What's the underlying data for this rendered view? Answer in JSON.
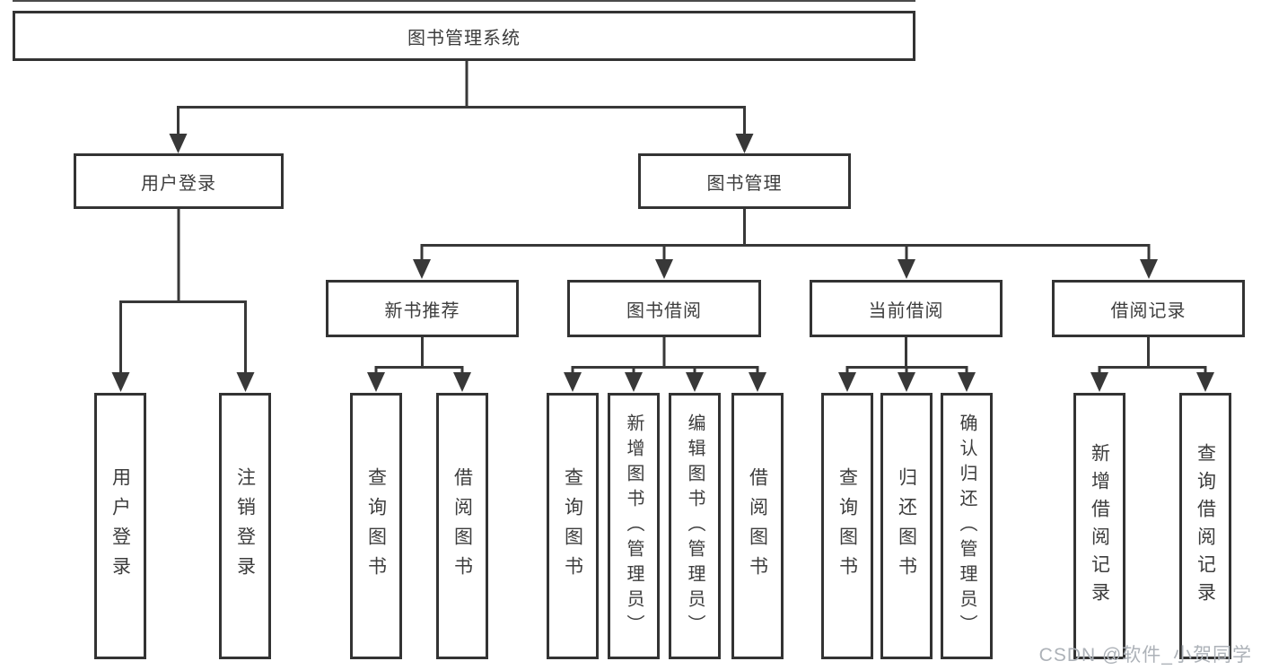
{
  "tree": {
    "label": "图书管理系统",
    "children": [
      {
        "label": "用户登录",
        "children": [
          {
            "label": "用户登录"
          },
          {
            "label": "注销登录"
          }
        ]
      },
      {
        "label": "图书管理",
        "children": [
          {
            "label": "新书推荐",
            "children": [
              {
                "label": "查询图书"
              },
              {
                "label": "借阅图书"
              }
            ]
          },
          {
            "label": "图书借阅",
            "children": [
              {
                "label": "查询图书"
              },
              {
                "label": "新增图书（管理员）"
              },
              {
                "label": "编辑图书（管理员）"
              },
              {
                "label": "借阅图书"
              }
            ]
          },
          {
            "label": "当前借阅",
            "children": [
              {
                "label": "查询图书"
              },
              {
                "label": "归还图书"
              },
              {
                "label": "确认归还（管理员）"
              }
            ]
          },
          {
            "label": "借阅记录",
            "children": [
              {
                "label": "新增借阅记录"
              },
              {
                "label": "查询借阅记录"
              }
            ]
          }
        ]
      }
    ]
  },
  "watermark": {
    "text": "CSDN @软件_小贺同学"
  },
  "colors": {
    "line": "#383838",
    "text": "#3d3d3d",
    "watermark": "#adb2b8",
    "background": "#ffffff"
  }
}
